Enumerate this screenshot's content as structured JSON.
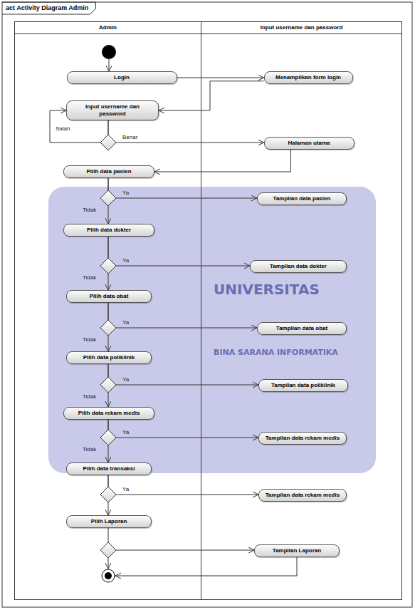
{
  "diagram": {
    "title": "act Activity Diagram Admin",
    "nodes": [
      {
        "text": [
          "Admin"
        ]
      },
      {
        "text": [
          "Input username dan password"
        ]
      },
      {
        "text": [
          "Login"
        ],
        "in": 0
      },
      {
        "text": [
          "Menampilkan form login"
        ],
        "in": 1
      },
      {
        "text": [
          "Input username dan password"
        ],
        "in": 0
      },
      {
        "text": [
          "Halaman utama"
        ],
        "in": 1
      },
      {
        "text": [
          "Pilih data pasien"
        ],
        "in": 0
      },
      {
        "text": [
          "Tampilan data pasien"
        ],
        "in": 1
      },
      {
        "text": [
          "Pilih data dokter"
        ],
        "in": 0
      },
      {
        "text": [
          "Tampilan data dokter"
        ],
        "in": 1
      },
      {
        "text": [
          "Pilih data obat"
        ],
        "in": 0
      },
      {
        "text": [
          "Tampilan data obat"
        ],
        "in": 1
      },
      {
        "text": [
          "Pilih data poliklinik"
        ],
        "in": 0
      },
      {
        "text": [
          "Tampilan data poliklinik"
        ],
        "in": 1
      },
      {
        "text": [
          "Pilih data rekam medis"
        ],
        "in": 0
      },
      {
        "text": [
          "Tampilan data rekam medis"
        ],
        "in": 1
      },
      {
        "text": [
          "Pilih data transaksi"
        ],
        "in": 0
      },
      {
        "text": [
          "Tampilan data rekam medis"
        ],
        "in": 1
      },
      {
        "text": [
          "Pilih Laporan"
        ],
        "in": 0
      },
      {
        "text": [
          "Tampilan Laporan"
        ],
        "in": 1
      }
    ],
    "edges": [
      {
        "from": 2,
        "to": 3,
        "arrow": "to"
      },
      {
        "from": 3,
        "to": 4,
        "arrow": "to"
      },
      {
        "from": 4,
        "to": 4,
        "label": "Salah",
        "arrow": "to"
      },
      {
        "from": 4,
        "to": 5,
        "label": "Benar",
        "arrow": "to"
      },
      {
        "from": 5,
        "to": 6,
        "arrow": "to"
      },
      {
        "from": 6,
        "to": 7,
        "label": "Ya",
        "arrow": "to"
      },
      {
        "from": 6,
        "to": 8,
        "label": "Tidak",
        "arrow": "to"
      },
      {
        "from": 8,
        "to": 9,
        "label": "Ya",
        "arrow": "to"
      },
      {
        "from": 8,
        "to": 10,
        "label": "Tidak",
        "arrow": "to"
      },
      {
        "from": 10,
        "to": 11,
        "label": "Ya",
        "arrow": "to"
      },
      {
        "from": 10,
        "to": 12,
        "label": "Tidak",
        "arrow": "to"
      },
      {
        "from": 12,
        "to": 13,
        "label": "Ya",
        "arrow": "to"
      },
      {
        "from": 12,
        "to": 14,
        "label": "Tidak",
        "arrow": "to"
      },
      {
        "from": 14,
        "to": 15,
        "label": "Ya",
        "arrow": "to"
      },
      {
        "from": 14,
        "to": 16,
        "label": "Tidak",
        "arrow": "to"
      },
      {
        "from": 16,
        "to": 17,
        "label": "Ya",
        "arrow": "to"
      },
      {
        "from": 16,
        "to": 18,
        "arrow": "to"
      },
      {
        "from": 18,
        "to": 19,
        "arrow": "to"
      }
    ],
    "labels": [
      "BINA SARANA INFORMATIKA",
      "UNIVERSITAS"
    ]
  }
}
